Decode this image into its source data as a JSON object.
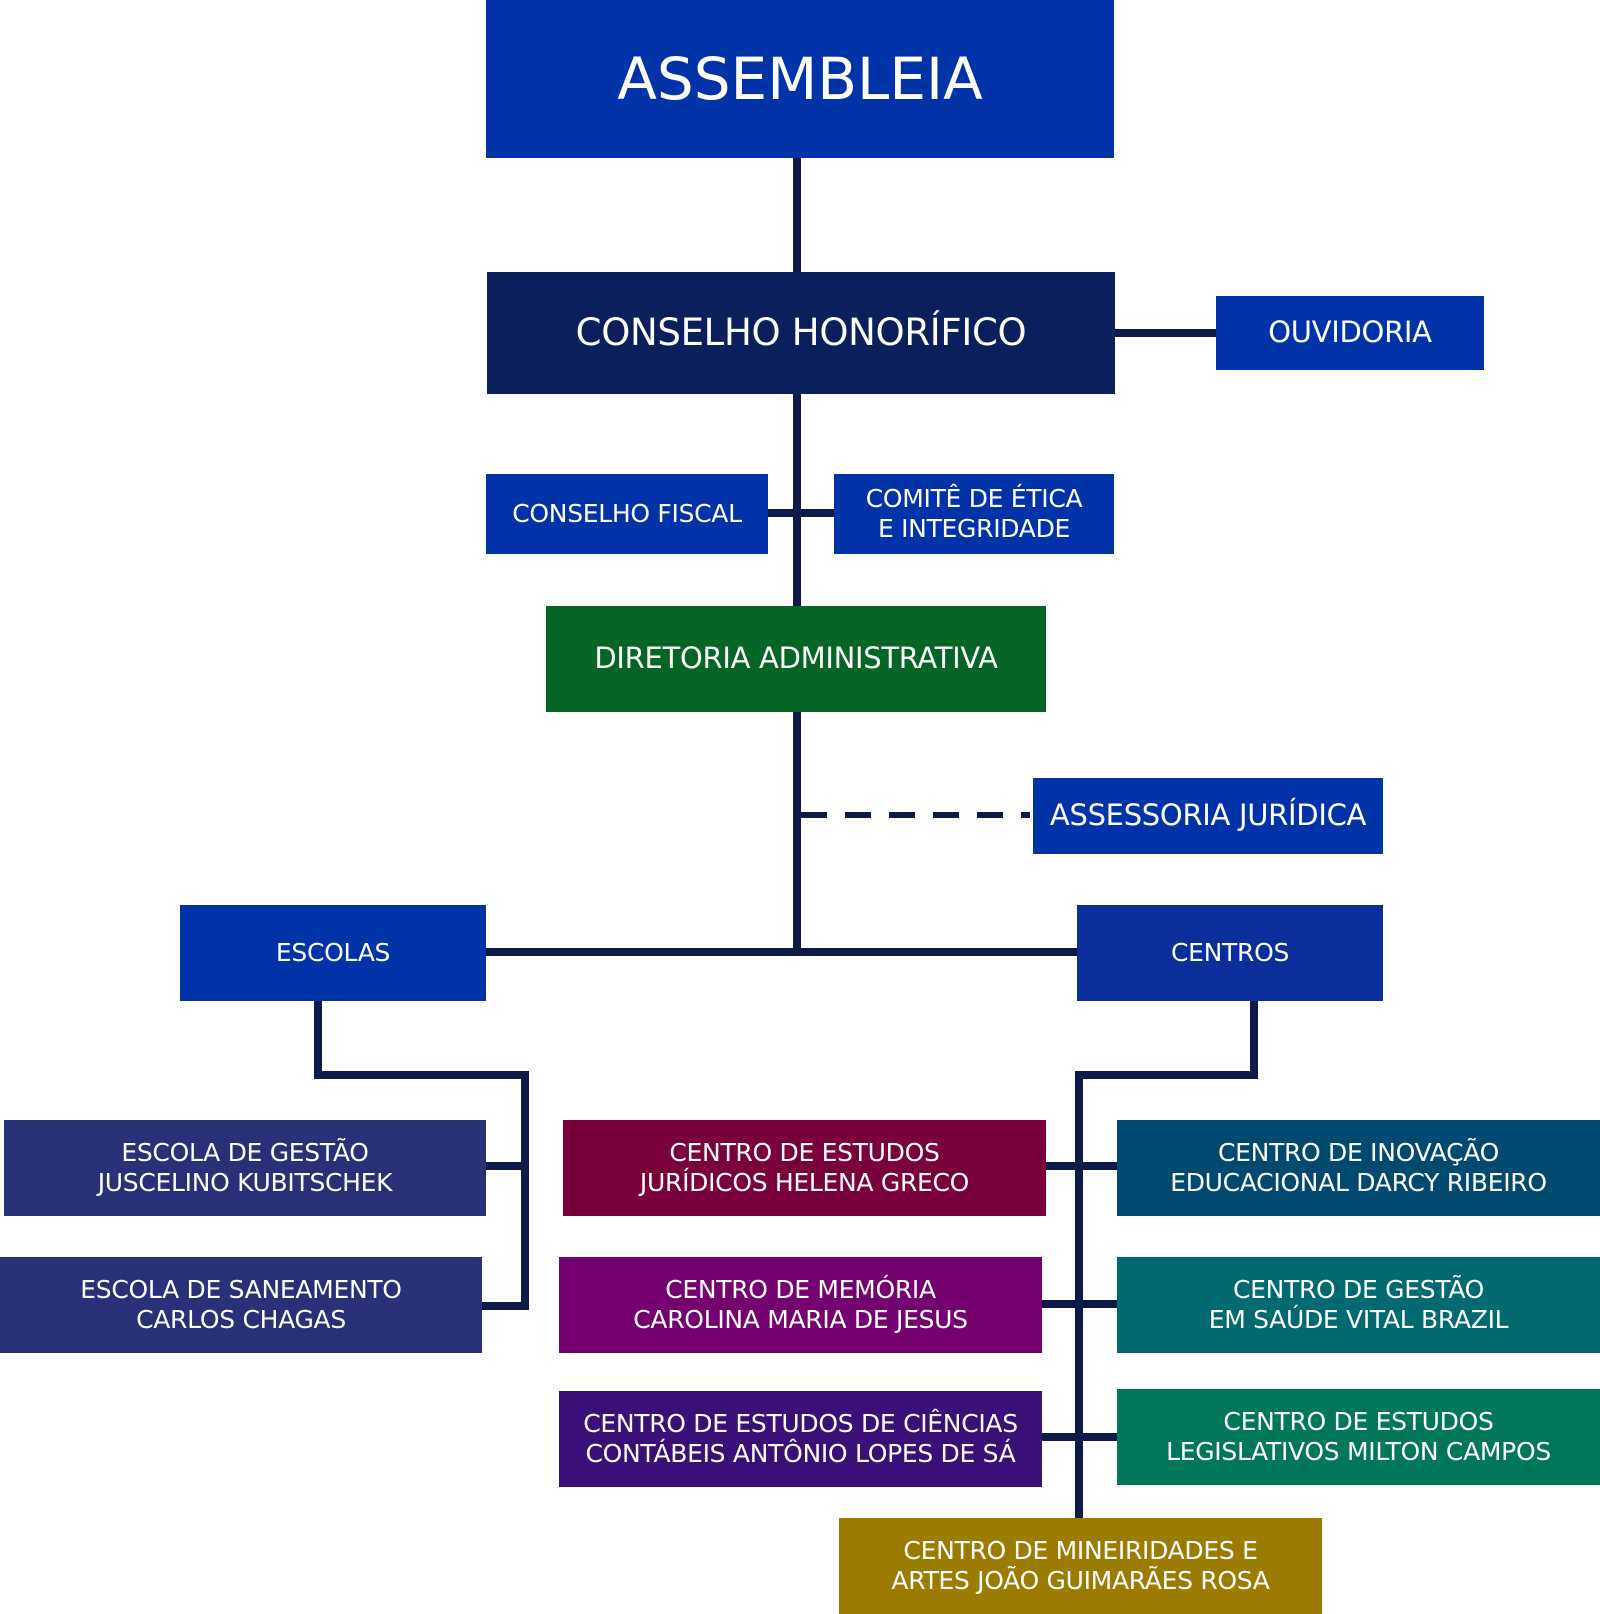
{
  "colors": {
    "line": "#0e1a4a",
    "royal": "#0033a8",
    "navy": "#0a1f5c",
    "mid_blue": "#0a2f9a",
    "green": "#046527",
    "indigo": "#283078",
    "wine": "#7a003c",
    "purple": "#750070",
    "deep_violet": "#3a0f78",
    "petrol": "#004a72",
    "teal": "#006a70",
    "emerald": "#00775a",
    "gold": "#9b7c00"
  },
  "nodes": {
    "assembleia": "ASSEMBLEIA",
    "conselho_honorifico": "CONSELHO HONORÍFICO",
    "ouvidoria": "OUVIDORIA",
    "conselho_fiscal": "CONSELHO FISCAL",
    "comite_etica": "COMITÊ DE ÉTICA\nE INTEGRIDADE",
    "diretoria": "DIRETORIA ADMINISTRATIVA",
    "assessoria": "ASSESSORIA JURÍDICA",
    "escolas": "ESCOLAS",
    "centros": "CENTROS",
    "escola_gestao": "ESCOLA DE GESTÃO\nJUSCELINO KUBITSCHEK",
    "escola_saneamento": "ESCOLA DE SANEAMENTO\nCARLOS CHAGAS",
    "centro_juridicos": "CENTRO DE ESTUDOS\nJURÍDICOS HELENA GRECO",
    "centro_memoria": "CENTRO DE MEMÓRIA\nCAROLINA MARIA DE JESUS",
    "centro_contabeis": "CENTRO DE ESTUDOS DE CIÊNCIAS\nCONTÁBEIS ANTÔNIO LOPES DE SÁ",
    "centro_inovacao": "CENTRO DE INOVAÇÃO\nEDUCACIONAL DARCY RIBEIRO",
    "centro_saude": "CENTRO DE GESTÃO\nEM SAÚDE VITAL BRAZIL",
    "centro_legislativos": "CENTRO DE ESTUDOS\nLEGISLATIVOS MILTON CAMPOS",
    "centro_mineiridades": "CENTRO DE MINEIRIDADES E\nARTES JOÃO GUIMARÃES ROSA"
  }
}
